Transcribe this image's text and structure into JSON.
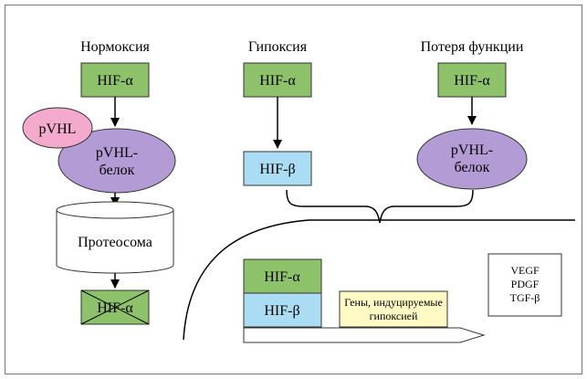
{
  "colors": {
    "hif_alpha": "#8dc26a",
    "hif_beta": "#aadcf4",
    "pvhl_small": "#f4aacd",
    "pvhl_protein": "#b39bd6",
    "genes": "#fff9c4",
    "border": "#666666"
  },
  "columns": {
    "normoxia": "Нормоксия",
    "hypoxia": "Гипоксия",
    "loss_of_function": "Потеря функции"
  },
  "normoxia": {
    "hif_alpha": "HIF-α",
    "pvhl": "pVHL",
    "pvhl_protein_line1": "pVHL-",
    "pvhl_protein_line2": "белок",
    "proteasome": "Протеосома",
    "degraded_hif_alpha": "HIF-α"
  },
  "hypoxia": {
    "hif_alpha": "HIF-α",
    "hif_beta": "HIF-β"
  },
  "loss_of_function": {
    "hif_alpha": "HIF-α",
    "pvhl_protein_line1": "pVHL-",
    "pvhl_protein_line2": "белок"
  },
  "nucleus": {
    "hif_alpha": "HIF-α",
    "hif_beta": "HIF-β",
    "genes_line1": "Гены, индуцируемые",
    "genes_line2": "гипоксией",
    "factors": [
      "VEGF",
      "PDGF",
      "TGF-β"
    ]
  }
}
